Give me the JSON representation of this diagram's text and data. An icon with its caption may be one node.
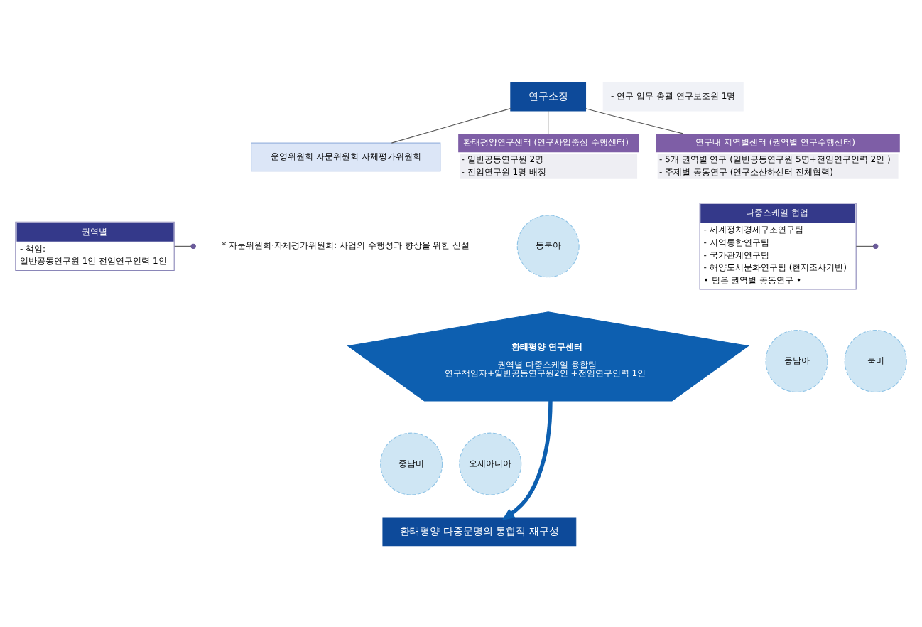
{
  "diagram": {
    "nodes": [
      {
        "text": [
          "연구소장"
        ],
        "beside": [
          "- 연구 업무 총괄 연구보조원 1명"
        ]
      },
      {
        "text": [
          "운영위원회 자문위원회 자체평가위원회"
        ]
      },
      {
        "text": [
          "환태평양연구센터 (연구사업중심 수행센터)",
          "- 일반공동연구원 2명",
          "- 전임연구원 1명 배정"
        ]
      },
      {
        "text": [
          "연구내 지역별센터 (권역별 연구수행센터)",
          "- 5개 권역별 연구 (일반공동연구원 5명+전임연구인력 2인 )",
          "- 주제별 공동연구 (연구소산하센터 전체협력)"
        ]
      },
      {
        "text": [
          "권역별",
          "- 책임:",
          "일반공동연구원 1인 전임연구인력 1인"
        ]
      },
      {
        "text": [
          "다중스케일 협업",
          "- 세계정치경제구조연구팀",
          "- 지역통합연구팀",
          "- 국가관계연구팀",
          "- 해양도시문화연구팀 (현지조사기반)",
          "• 팀은 권역별 공동연구 •"
        ]
      },
      {
        "text": [
          "환태평양 연구센터",
          "권역별 다중스케일 융합팀",
          "연구책임자+일반공동연구원2인 +전임연구인력 1인"
        ]
      },
      {
        "text": [
          "동북아"
        ]
      },
      {
        "text": [
          "북미"
        ]
      },
      {
        "text": [
          "동남아"
        ]
      },
      {
        "text": [
          "중남미"
        ]
      },
      {
        "text": [
          "오세아니아"
        ]
      },
      {
        "text": [
          "환태평양 다중문명의 통합적 재구성"
        ]
      }
    ],
    "edges": [
      {
        "from": 0,
        "to": 1,
        "arrow": "none"
      },
      {
        "from": 0,
        "to": 2,
        "arrow": "none"
      },
      {
        "from": 0,
        "to": 3,
        "arrow": "none"
      },
      {
        "from": 4,
        "to": null,
        "arrow": "none"
      },
      {
        "from": 5,
        "to": null,
        "arrow": "none"
      },
      {
        "from": 6,
        "to": 12,
        "arrow": "to",
        "style": "thick",
        "color": "#0d5fb0"
      }
    ],
    "labels": [
      "* 자문위원회·자체평가위원회: 사업의 수행성과 향상을 위한 신설"
    ]
  }
}
